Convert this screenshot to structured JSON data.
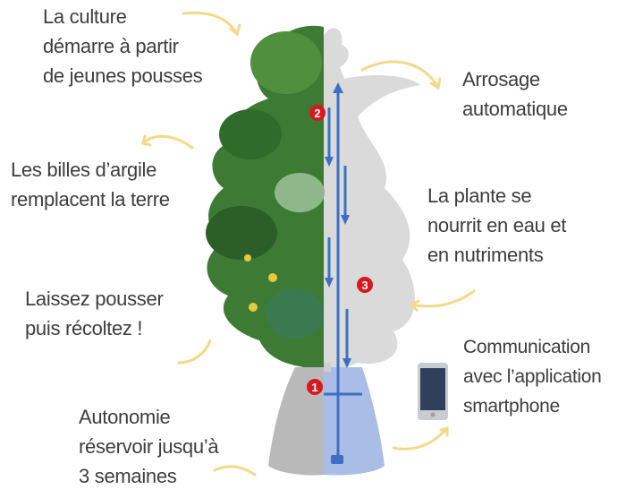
{
  "labels": {
    "culture": [
      "La culture",
      "démarre à partir",
      "de jeunes pousses"
    ],
    "billes": [
      "Les billes d’argile",
      "remplacent la terre"
    ],
    "recolte": [
      "Laissez pousser",
      "puis récoltez !"
    ],
    "autonomie": [
      "Autonomie",
      "réservoir jusqu’à",
      "3 semaines"
    ],
    "arrosage": [
      "Arrosage",
      "automatique"
    ],
    "nutrition": [
      "La plante se",
      "nourrit en eau et",
      "en nutriments"
    ],
    "communication": [
      "Communication",
      "avec l’application",
      "smartphone"
    ]
  },
  "markers": [
    "1",
    "2",
    "3"
  ],
  "colors": {
    "text": "#3d3d3d",
    "arrow": "#f2d98a",
    "flow": "#3f6fc4",
    "marker": "#d7191f",
    "leaf": "#2f6b2a",
    "silhouette": "#d9d9d9"
  }
}
